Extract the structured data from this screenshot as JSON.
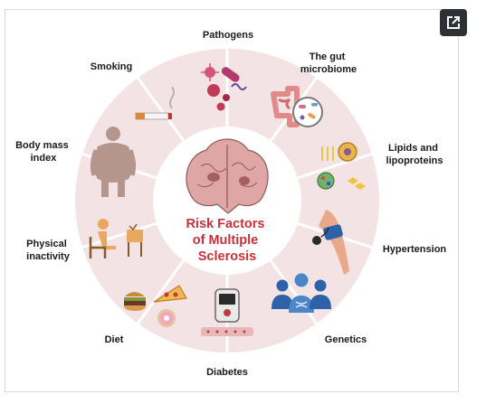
{
  "diagram": {
    "center_title": [
      "Risk Factors",
      "of Multiple",
      "Sclerosis"
    ],
    "factors": {
      "pathogens": "Pathogens",
      "gut_microbiome": [
        "The gut",
        "microbiome"
      ],
      "lipids": [
        "Lipids and",
        "lipoproteins"
      ],
      "hypertension": "Hypertension",
      "genetics": "Genetics",
      "diabetes": "Diabetes",
      "diet": "Diet",
      "physical_inactivity": [
        "Physical",
        "inactivity"
      ],
      "body_mass_index": [
        "Body mass",
        "index"
      ],
      "smoking": "Smoking"
    },
    "colors": {
      "ring": "#f4e3e4",
      "center_title": "#c9303a",
      "expand_button": "#2e3133"
    },
    "icons": [
      "pathogens-icon",
      "gut-icon",
      "lipids-icon",
      "blood-pressure-icon",
      "dna-people-icon",
      "glucose-meter-icon",
      "food-icon",
      "sitting-person-icon",
      "obese-person-icon",
      "cigarette-icon",
      "brain-icon",
      "expand-icon"
    ]
  }
}
